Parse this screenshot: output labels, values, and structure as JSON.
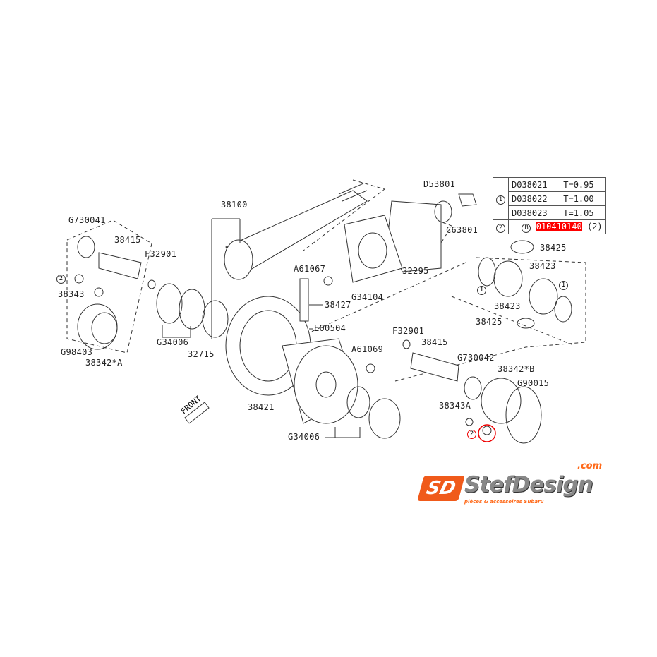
{
  "labels": [
    "38100",
    "D53801",
    "C63801",
    "G730041",
    "38415",
    "F32901",
    "A61067",
    "32295",
    "G34104",
    "38425",
    "38423",
    "38427",
    "38343",
    "38425",
    "38423",
    "E00504",
    "F32901",
    "38415",
    "G98403",
    "38342*A",
    "G34006",
    "32715",
    "A61069",
    "G730042",
    "38342*B",
    "G90015",
    "38421",
    "38343A",
    "G34006"
  ],
  "front_label": "FRONT",
  "spec_table": {
    "group1_marker": "1",
    "rows": [
      {
        "part": "D038021",
        "value": "T=0.95"
      },
      {
        "part": "D038022",
        "value": "T=1.00"
      },
      {
        "part": "D038023",
        "value": "T=1.05"
      }
    ],
    "group2_marker": "2",
    "group2_sub_marker": "B",
    "group2_part": "010410140",
    "group2_qty": "(2)",
    "highlight_color": "#ff0000"
  },
  "callout_markers": [
    "2",
    "2",
    "1",
    "1"
  ],
  "logo": {
    "text": "StefDesign",
    "domain": ".com",
    "tagline": "pièces & accessoires Subaru",
    "mark": "SD",
    "brand_color": "#f05a1a"
  }
}
